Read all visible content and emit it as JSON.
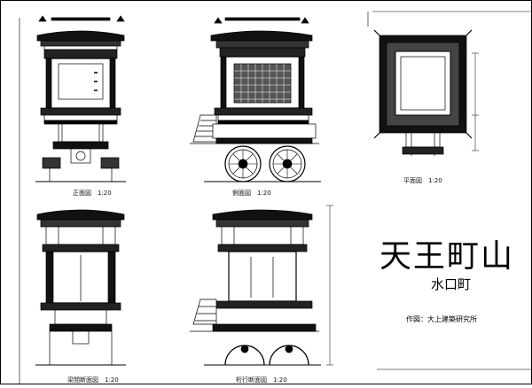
{
  "drawing": {
    "title": "天王町山",
    "town": "水口町",
    "author": "作図：大上建築研究所"
  },
  "views": {
    "front": {
      "caption": "正面図　1:20"
    },
    "side": {
      "caption": "側面図　1:20"
    },
    "plan": {
      "caption": "平面図　1:20"
    },
    "beam_section": {
      "caption": "梁間断面図　1:20"
    },
    "girder_section": {
      "caption": "桁行断面図　1:20"
    }
  }
}
